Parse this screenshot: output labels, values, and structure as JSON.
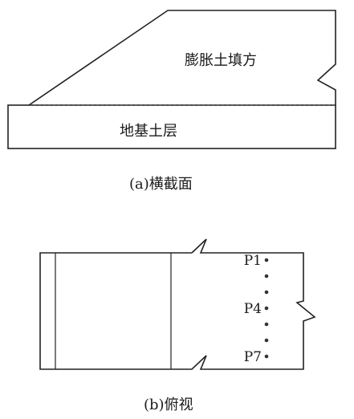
{
  "section_view": {
    "fill_label": "膨胀土填方",
    "foundation_label": "地基土层",
    "caption": "(a)横截面"
  },
  "plan_view": {
    "caption": "(b)俯视",
    "points": [
      {
        "label": "P1"
      },
      {
        "label": ""
      },
      {
        "label": ""
      },
      {
        "label": "P4"
      },
      {
        "label": ""
      },
      {
        "label": ""
      },
      {
        "label": "P7"
      }
    ]
  },
  "colors": {
    "line": "#222222",
    "dot": "#333333",
    "background": "#ffffff"
  }
}
